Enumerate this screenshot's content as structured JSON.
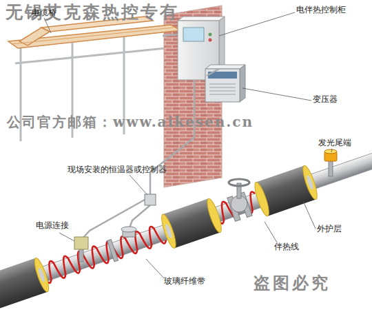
{
  "diagram": {
    "labels": [
      "无锡艾克森热控专有",
      "电缆桥",
      "电伴热控制柜",
      "变压器",
      "公司官方邮箱：www.aikesen.cn",
      "发光尾端",
      "现场安装的恒温器或控制器",
      "电源连接",
      "外护层",
      "伴热线",
      "玻璃纤维带",
      "盗图必究"
    ]
  }
}
